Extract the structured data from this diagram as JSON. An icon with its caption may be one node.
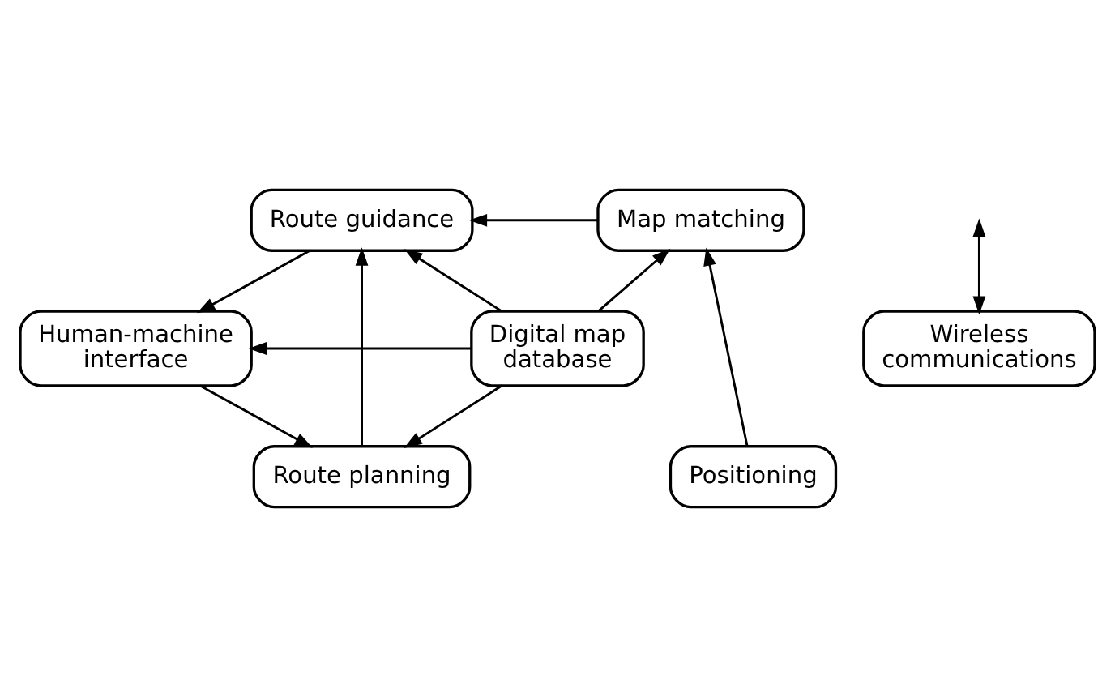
{
  "diagram": {
    "nodes": [
      {
        "text": [
          "Route guidance"
        ]
      },
      {
        "text": [
          "Map matching"
        ]
      },
      {
        "text": [
          "Human-machine interface"
        ]
      },
      {
        "text": [
          "Digital map database"
        ]
      },
      {
        "text": [
          "Route planning"
        ]
      },
      {
        "text": [
          "Positioning"
        ]
      },
      {
        "text": [
          "Wireless communications"
        ]
      }
    ],
    "edges": [
      {
        "from": 1,
        "to": 0,
        "arrow": "to"
      },
      {
        "from": 3,
        "to": 0,
        "arrow": "to"
      },
      {
        "from": 3,
        "to": 1,
        "arrow": "to"
      },
      {
        "from": 0,
        "to": 2,
        "arrow": "to"
      },
      {
        "from": 3,
        "to": 2,
        "arrow": "to"
      },
      {
        "from": 2,
        "to": 4,
        "arrow": "to"
      },
      {
        "from": 4,
        "to": 0,
        "arrow": "to"
      },
      {
        "from": 3,
        "to": 4,
        "arrow": "to"
      },
      {
        "from": 5,
        "to": 1,
        "arrow": "to"
      },
      {
        "from": null,
        "to": 6,
        "arrow": "both"
      }
    ]
  }
}
